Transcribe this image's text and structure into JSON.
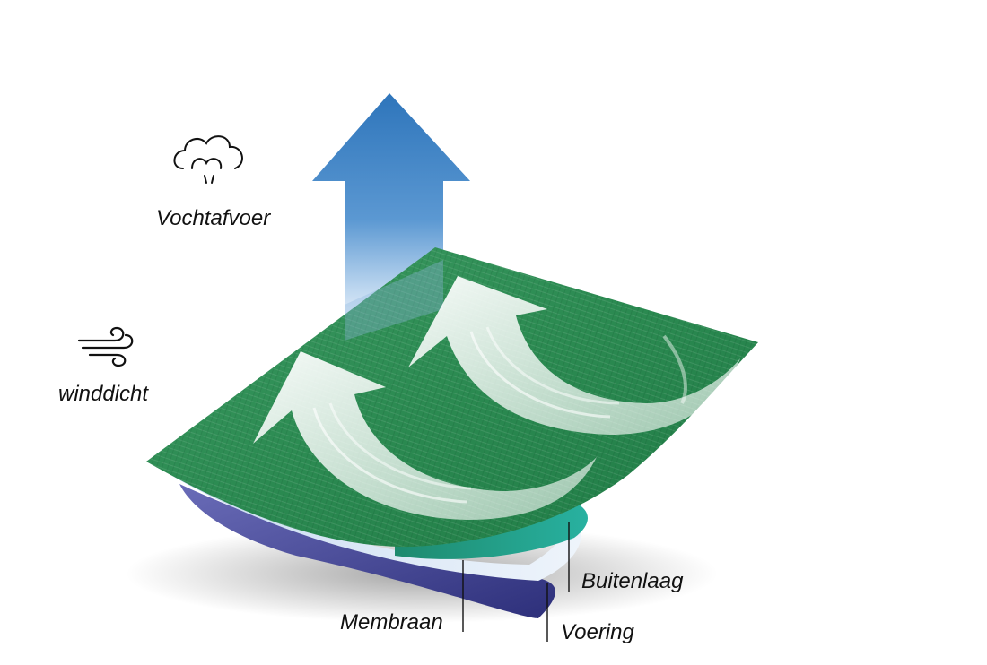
{
  "labels": {
    "moisture": "Vochtafvoer",
    "wind": "winddicht",
    "outer_layer": "Buitenlaag",
    "membrane": "Membraan",
    "lining": "Voering"
  },
  "icons": {
    "moisture": "steam-cloud-icon",
    "wind": "wind-icon"
  },
  "colors": {
    "arrow_blue": "#2f7bc0",
    "fabric_green": "#2e8f55",
    "fabric_green_dark": "#1f6b3e",
    "membrane": "#dce8f6",
    "lining": "#3d3f92",
    "teal_edge": "#1a9a8a"
  }
}
